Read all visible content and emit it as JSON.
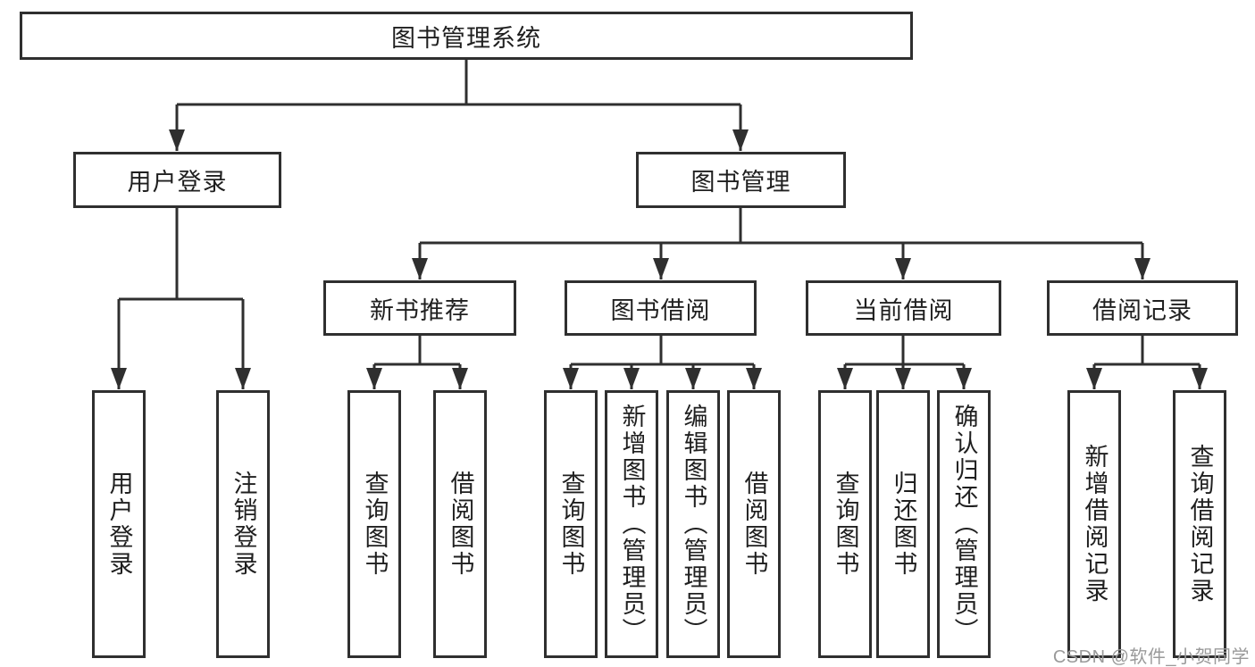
{
  "tree": {
    "root": {
      "label": "图书管理系统"
    },
    "branches": [
      {
        "label": "用户登录",
        "children": [
          {
            "label": "用户登录"
          },
          {
            "label": "注销登录"
          }
        ]
      },
      {
        "label": "图书管理",
        "sections": [
          {
            "label": "新书推荐",
            "children": [
              {
                "label": "查询图书"
              },
              {
                "label": "借阅图书"
              }
            ]
          },
          {
            "label": "图书借阅",
            "children": [
              {
                "label": "查询图书"
              },
              {
                "label": "新增图书（管理员）"
              },
              {
                "label": "编辑图书（管理员）"
              },
              {
                "label": "借阅图书"
              }
            ]
          },
          {
            "label": "当前借阅",
            "children": [
              {
                "label": "查询图书"
              },
              {
                "label": "归还图书"
              },
              {
                "label": "确认归还（管理员）"
              }
            ]
          },
          {
            "label": "借阅记录",
            "children": [
              {
                "label": "新增借阅记录"
              },
              {
                "label": "查询借阅记录"
              }
            ]
          }
        ]
      }
    ]
  },
  "watermark": {
    "text": "CSDN @软件_小贺同学"
  },
  "colors": {
    "line_color": "#2f2f2f",
    "text_color": "#1f1f1f",
    "watermark_color": "#9a9a9a",
    "box_fill": "#ffffff",
    "page_background": "#ffffff"
  }
}
